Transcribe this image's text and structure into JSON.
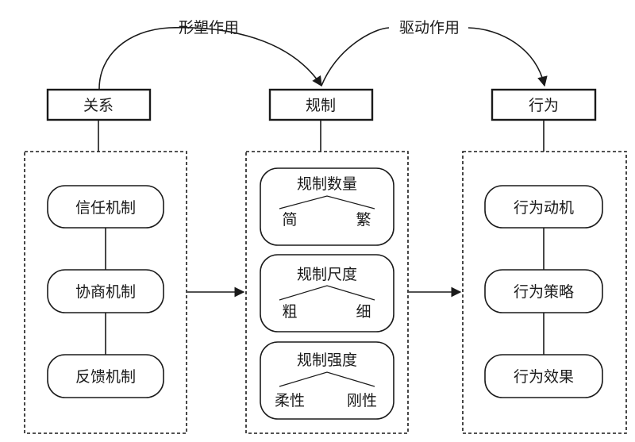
{
  "labels": {
    "shaping": "形塑作用",
    "driving": "驱动作用"
  },
  "headers": {
    "relation": "关系",
    "rule": "规制",
    "behavior": "行为"
  },
  "relation_items": [
    "信任机制",
    "协商机制",
    "反馈机制"
  ],
  "rule_items": [
    {
      "title": "规制数量",
      "left": "简",
      "right": "繁"
    },
    {
      "title": "规制尺度",
      "left": "粗",
      "right": "细"
    },
    {
      "title": "规制强度",
      "left": "柔性",
      "right": "刚性"
    }
  ],
  "behavior_items": [
    "行为动机",
    "行为策略",
    "行为效果"
  ]
}
